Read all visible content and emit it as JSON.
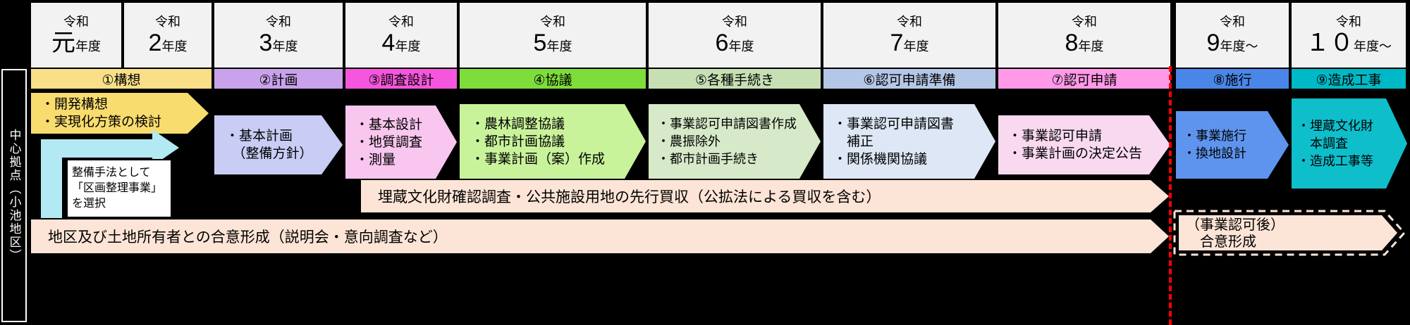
{
  "sidebar": {
    "label": "中心拠点（小池地区）"
  },
  "years": [
    {
      "era": "令和",
      "num": "元",
      "suffix": "年度"
    },
    {
      "era": "令和",
      "num": "2",
      "suffix": "年度"
    },
    {
      "era": "令和",
      "num": "3",
      "suffix": "年度"
    },
    {
      "era": "令和",
      "num": "4",
      "suffix": "年度"
    },
    {
      "era": "令和",
      "num": "5",
      "suffix": "年度"
    },
    {
      "era": "令和",
      "num": "6",
      "suffix": "年度"
    },
    {
      "era": "令和",
      "num": "7",
      "suffix": "年度"
    },
    {
      "era": "令和",
      "num": "8",
      "suffix": "年度"
    },
    {
      "era": "令和",
      "num": "9",
      "suffix": "年度～"
    },
    {
      "era": "令和",
      "num": "１０",
      "suffix": "年度～"
    }
  ],
  "phases": [
    {
      "label": "①構想",
      "color": "#f8df88"
    },
    {
      "label": "②計画",
      "color": "#c9a2ec"
    },
    {
      "label": "③調査設計",
      "color": "#f556dd"
    },
    {
      "label": "④協議",
      "color": "#7ddd3a"
    },
    {
      "label": "⑤各種手続き",
      "color": "#c6e0b4"
    },
    {
      "label": "⑥認可申請準備",
      "color": "#b4c7e7"
    },
    {
      "label": "⑦認可申請",
      "color": "#ff99e8"
    },
    {
      "label": "⑧施行",
      "color": "#4a86e8"
    },
    {
      "label": "⑨造成工事",
      "color": "#00b9c6"
    }
  ],
  "steps": {
    "s1": {
      "color": "#f8dc6e",
      "lines": [
        "・開発構想",
        "・実現化方策の検討"
      ]
    },
    "s2": {
      "color": "#c9cdf5",
      "lines": [
        "・基本計画",
        "　（整備方針）"
      ]
    },
    "s3": {
      "color": "#f8c6ee",
      "lines": [
        "・基本設計",
        "・地質調査",
        "・測量"
      ]
    },
    "s4": {
      "color": "#c9f39b",
      "lines": [
        "・農林調整協議",
        "・都市計画協議",
        "・事業計画（案）作成"
      ]
    },
    "s5": {
      "color": "#d6e9c8",
      "lines": [
        "・事業認可申請図書作成",
        "・農振除外",
        "・都市計画手続き"
      ]
    },
    "s6": {
      "color": "#dde7f5",
      "lines": [
        "・事業認可申請図書",
        "　補正",
        "・関係機関協議"
      ]
    },
    "s7": {
      "color": "#f8d9f0",
      "lines": [
        "・事業認可申請",
        "・事業計画の決定公告"
      ]
    },
    "s8": {
      "color": "#5e94ee",
      "lines": [
        "・事業施行",
        "・換地設計"
      ]
    },
    "s9": {
      "color": "#0fbecb",
      "lines": [
        "・埋蔵文化財",
        "　本調査",
        "・造成工事等"
      ]
    }
  },
  "note": {
    "lines": [
      "整備手法として",
      "「区画整理事業」",
      "を選択"
    ],
    "arrow_color": "#b2e9f2"
  },
  "bars": {
    "b1": {
      "label": "埋蔵文化財確認調査・公共施設用地の先行買収（公拡法による買収を含む）",
      "color": "#fce4d6"
    },
    "b2": {
      "label": "地区及び土地所有者との合意形成（説明会・意向調査など）",
      "color": "#fce4d6"
    },
    "b3": {
      "lines": [
        "（事業認可後）",
        "　合意形成"
      ],
      "color": "#fce4d6",
      "border": "dashed"
    }
  },
  "colors": {
    "background": "#000000",
    "year_cell": "#f2f2f2",
    "red_divider": "#ff0000"
  }
}
